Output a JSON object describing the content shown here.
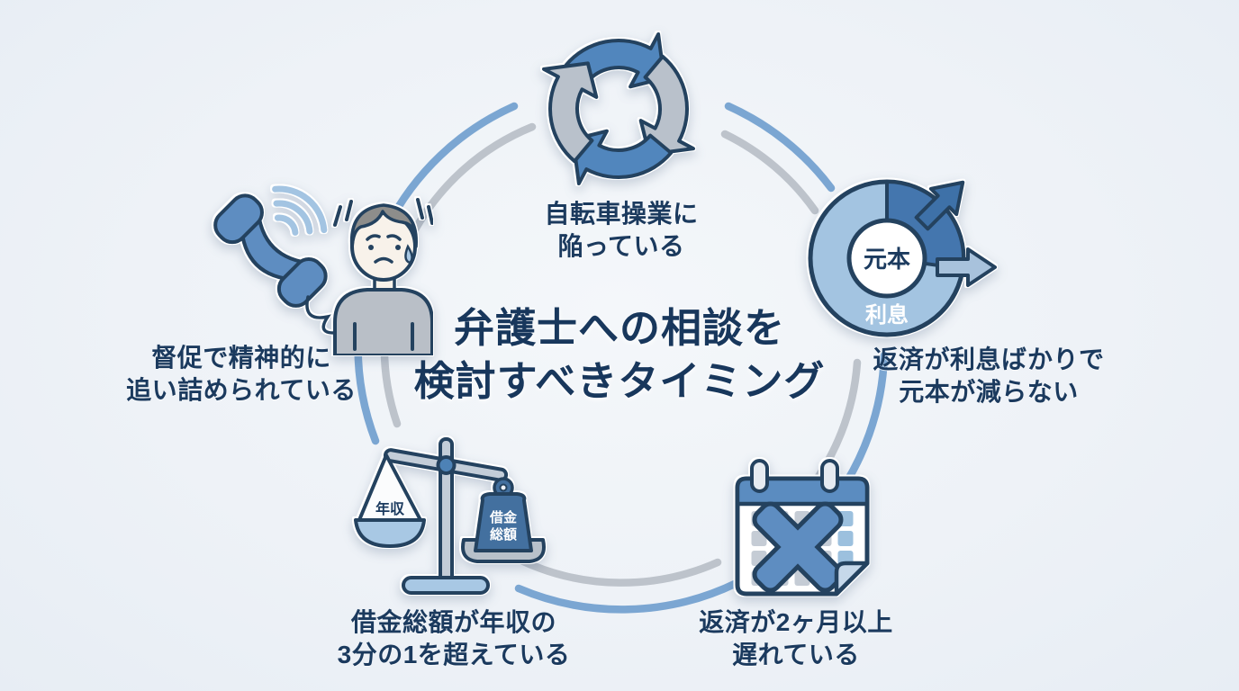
{
  "title": {
    "line1": "弁護士への相談を",
    "line2": "検討すべきタイミング"
  },
  "nodes": {
    "cycle": {
      "icon": "cycle-arrows-icon",
      "line1": "自転車操業に",
      "line2": "陥っている"
    },
    "interest": {
      "icon": "debt-pie-icon",
      "line1": "返済が利息ばかりで",
      "line2": "元本が減らない",
      "pie_center": "元本",
      "pie_ring": "利息"
    },
    "overdue": {
      "icon": "calendar-x-icon",
      "line1": "返済が2ヶ月以上",
      "line2": "遅れている"
    },
    "ratio": {
      "icon": "balance-scale-icon",
      "line1": "借金総額が年収の",
      "line2": "3分の1を超えている",
      "pan": "年収",
      "weight1": "借金",
      "weight2": "総額"
    },
    "pressure": {
      "icon": "phone-person-icon",
      "line1": "督促で精神的に",
      "line2": "追い詰められている"
    }
  },
  "colors": {
    "background": "#eef2f7",
    "outline_navy": "#24425f",
    "text_navy": "#1b3a5e",
    "blue": "#4d82b6",
    "dark_blue": "#3e71a8",
    "light_blue": "#a6c6e2",
    "gray": "#bcc3cc",
    "arc_blue": "#7ba6d2",
    "arc_gray": "#bdc3cb"
  }
}
